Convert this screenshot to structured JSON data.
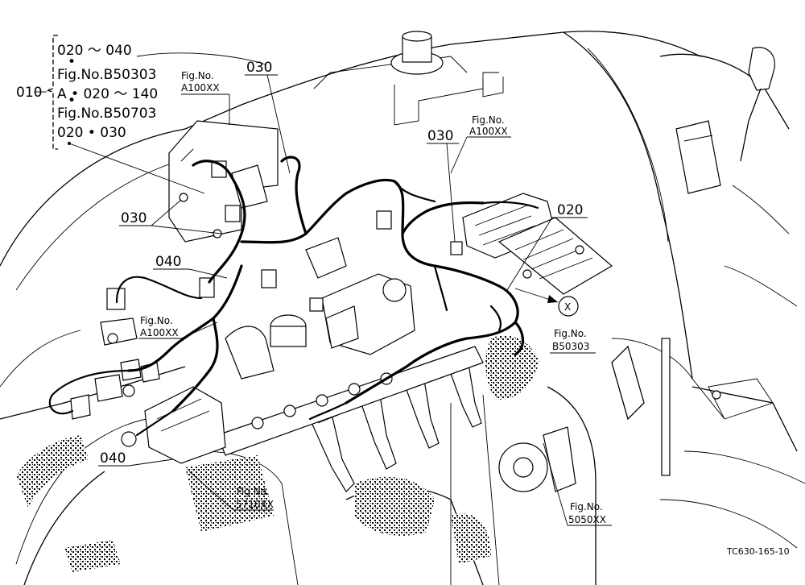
{
  "callout_010": {
    "number": "010",
    "lines": [
      "020 ～ 040",
      "•",
      "Fig.No.B50303",
      "A • 020 ～ 140",
      "•",
      "Fig.No.B50703",
      "020 • 030"
    ]
  },
  "refs": {
    "a100xx_top": {
      "line1": "Fig.No.",
      "line2": "A100XX"
    },
    "a100xx_right": {
      "line1": "Fig.No.",
      "line2": "A100XX"
    },
    "a100xx_left": {
      "line1": "Fig.No.",
      "line2": "A100XX"
    },
    "b50303": {
      "line1": "Fig.No.",
      "line2": "B50303"
    },
    "f5710xx": {
      "line1": "Fig.No.",
      "line2": "5710XX"
    },
    "f5050xx": {
      "line1": "Fig.No.",
      "line2": "5050XX"
    }
  },
  "parts": {
    "p030_top": "030",
    "p030_left": "030",
    "p030_right": "030",
    "p020": "020",
    "p040_mid": "040",
    "p040_bottom": "040",
    "x_marker": "X"
  },
  "drawing_code": "TC630-165-10"
}
